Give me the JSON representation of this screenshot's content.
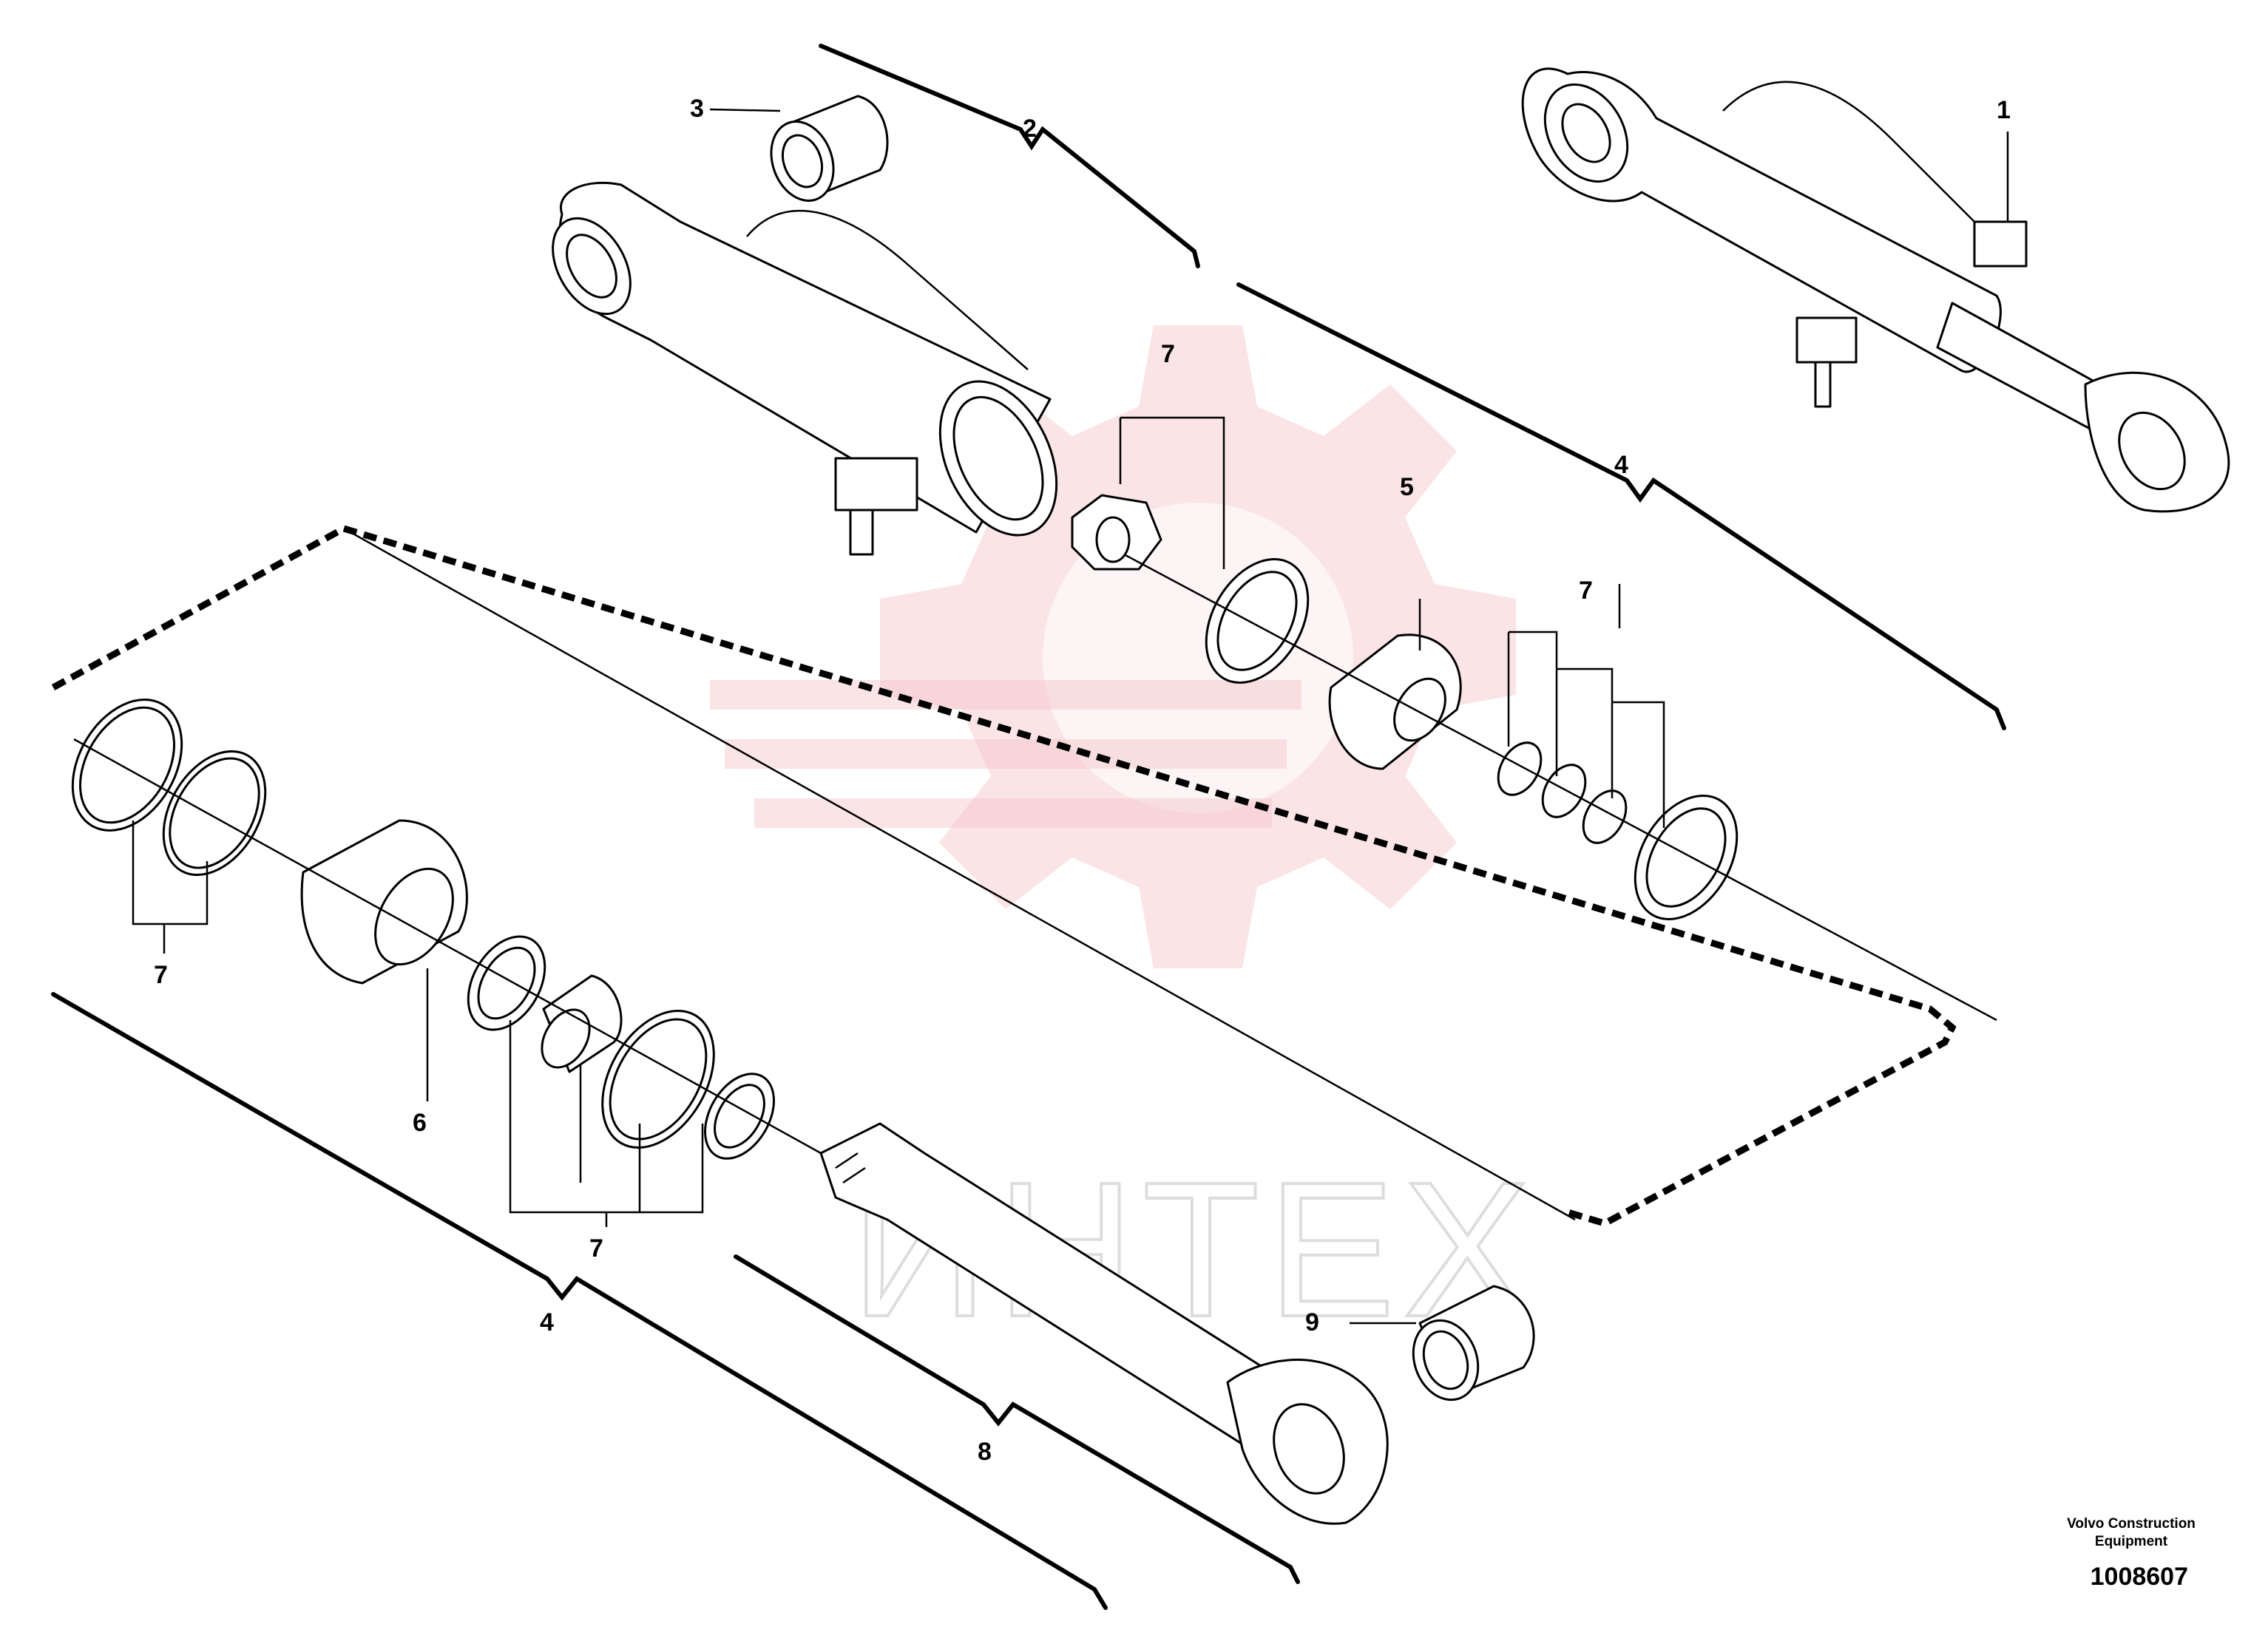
{
  "watermark": {
    "text": "ИНТЕХ"
  },
  "brand": {
    "line1": "Volvo Construction",
    "line2": "Equipment"
  },
  "document": {
    "number": "1008607"
  },
  "callouts": {
    "c1": "1",
    "c2": "2",
    "c3": "3",
    "c4_top": "4",
    "c4_bottom": "4",
    "c5": "5",
    "c6": "6",
    "c7_top": "7",
    "c7_right": "7",
    "c7_left": "7",
    "c7_bottom": "7",
    "c8": "8",
    "c9": "9"
  }
}
